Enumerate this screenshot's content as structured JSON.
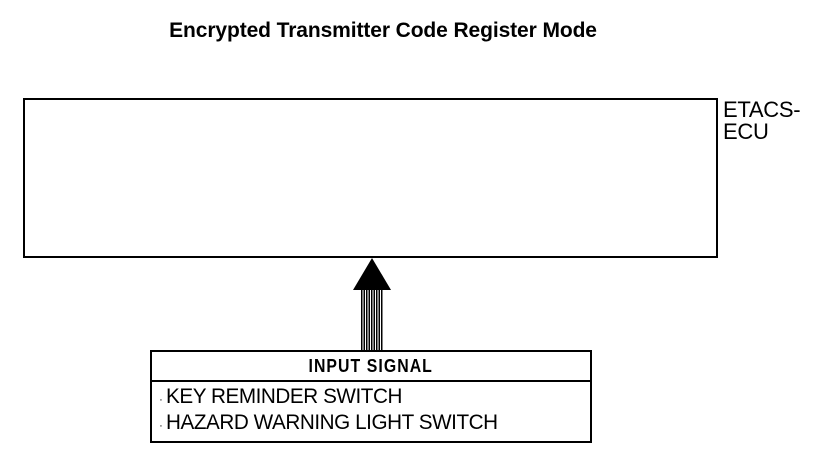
{
  "page": {
    "title": "Encrypted Transmitter Code Register Mode",
    "background_color": "#ffffff",
    "line_color": "#000000"
  },
  "ecu": {
    "label_line1": "ETACS-",
    "label_line2": "ECU",
    "body_text": ""
  },
  "arrow": {
    "name": "input-signal-arrow",
    "direction": "up",
    "style": "striped-shaft-solid-head"
  },
  "input_signal": {
    "header": "INPUT SIGNAL",
    "bullet": "·",
    "items": [
      {
        "label": "KEY REMINDER SWITCH"
      },
      {
        "label": "HAZARD WARNING LIGHT SWITCH"
      }
    ]
  }
}
